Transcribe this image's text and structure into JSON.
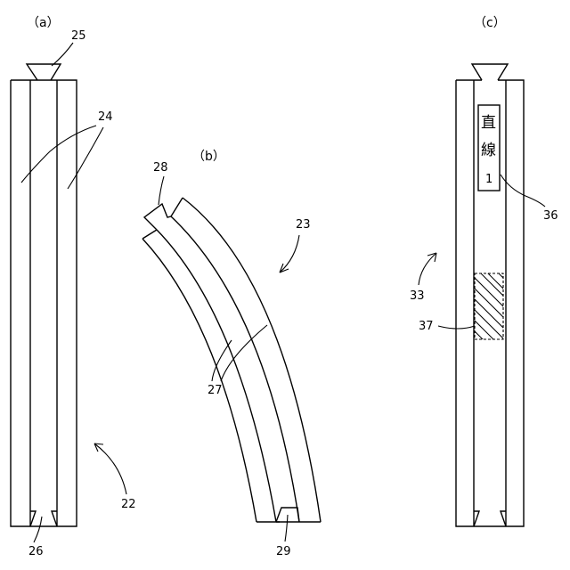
{
  "captions": {
    "a": "（a）",
    "b": "（b）",
    "c": "（c）"
  },
  "refs": {
    "r22": "22",
    "r23": "23",
    "r24": "24",
    "r25": "25",
    "r26": "26",
    "r27": "27",
    "r28": "28",
    "r29": "29",
    "r33": "33",
    "r36": "36",
    "r37": "37"
  },
  "label_36": {
    "line1": "直",
    "line2": "線",
    "line3": "1"
  }
}
